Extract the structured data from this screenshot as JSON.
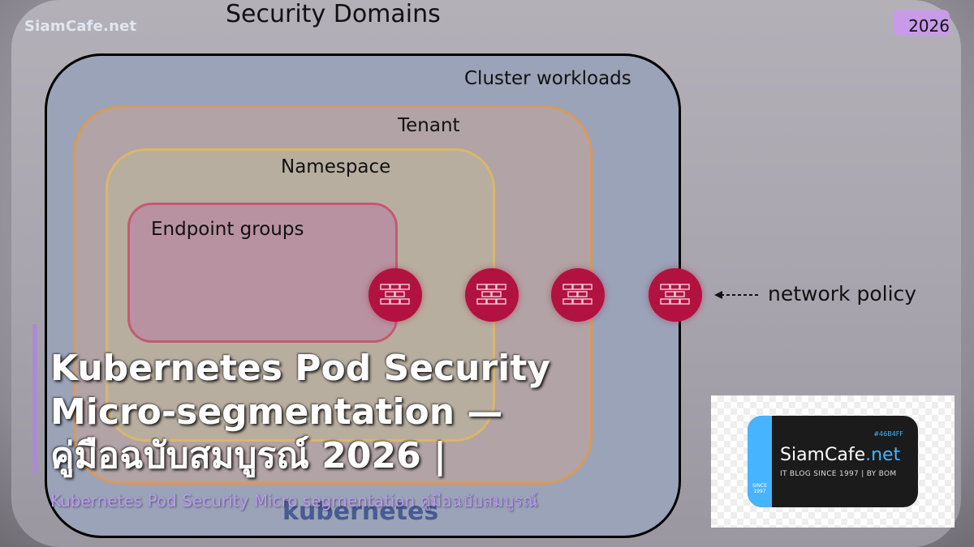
{
  "brand": {
    "logo_text": "SiamCafe.net",
    "year_badge": "2026"
  },
  "diagram": {
    "heading": "Security Domains",
    "domains": [
      {
        "label": "Cluster workloads"
      },
      {
        "label": "Tenant"
      },
      {
        "label": "Namespace"
      },
      {
        "label": "Endpoint groups"
      }
    ],
    "policy_label": "network policy",
    "policy_icon": "firewall-icon",
    "watermark": "kubernetes"
  },
  "article": {
    "title": "Kubernetes Pod Security Micro-segmentation — คู่มือฉบับสมบูรณ์ 2026 |",
    "subtitle": "Kubernetes Pod Security Micro segmentation คู่มือฉบับสมบูรณ์"
  },
  "card": {
    "hex": "#46B4FF",
    "name_part1": "SiamCafe",
    "name_part2": ".net",
    "tagline": "IT BLOG SINCE 1997 | BY BOM",
    "since": "SINCE 1997"
  },
  "colors": {
    "accent": "#b99bf0",
    "policy_node": "#b21240",
    "card_accent": "#46b4ff",
    "badge": "#c79be8"
  }
}
